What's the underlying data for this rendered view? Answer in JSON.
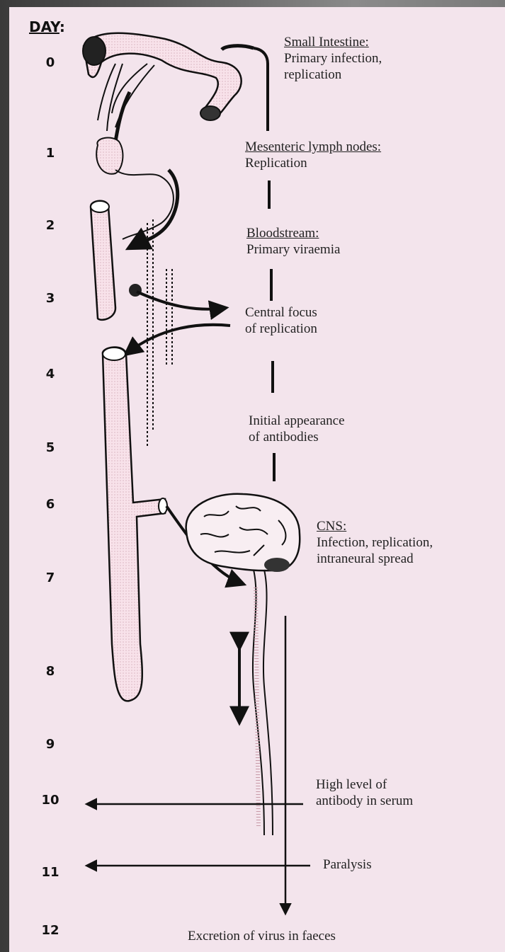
{
  "day_heading": "DAY",
  "day_heading_colon": ":",
  "days": [
    "0",
    "1",
    "2",
    "3",
    "4",
    "5",
    "6",
    "7",
    "8",
    "9",
    "10",
    "11",
    "12"
  ],
  "stages": {
    "small_intestine": {
      "heading": "Small Intestine:",
      "lines": [
        "Primary infection,",
        "replication"
      ]
    },
    "mesenteric": {
      "heading": "Mesenteric lymph nodes:",
      "lines": [
        "Replication"
      ]
    },
    "bloodstream": {
      "heading": "Bloodstream:",
      "lines": [
        "Primary viraemia"
      ]
    },
    "central_focus": {
      "lines": [
        "Central focus",
        "of replication"
      ]
    },
    "antibodies": {
      "lines": [
        "Initial appearance",
        "of antibodies"
      ]
    },
    "cns": {
      "heading": "CNS:",
      "lines": [
        "Infection, replication,",
        "intraneural spread"
      ]
    },
    "high_antibody": {
      "lines": [
        "High level of",
        "antibody in serum"
      ]
    },
    "paralysis": {
      "lines": [
        "Paralysis"
      ]
    },
    "excretion": {
      "lines": [
        "Excretion of virus in faeces"
      ]
    }
  },
  "colors": {
    "background": "#f3e4ec",
    "ink": "#111111",
    "organ_fill": "#f6dde6"
  }
}
